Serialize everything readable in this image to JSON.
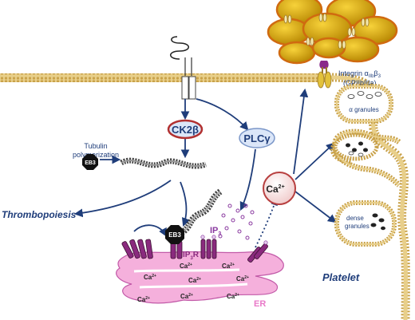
{
  "colors": {
    "membrane": "#c9a24a",
    "membrane_dark": "#9c7a2a",
    "arrow": "#1f3d7a",
    "er_fill": "#f2a7d6",
    "er_stroke": "#c25aa8",
    "receptor_purple": "#7a2a6e",
    "ck2_outline": "#b23030",
    "ca_circle": "#f4dede",
    "granule_yellow": "#d8a800",
    "granule_orange": "#d06a10",
    "er_label": "#e978c8",
    "ip3_color": "#8a3aa0"
  },
  "labels": {
    "ck2b": "CK2β",
    "plcg": "PLCγ",
    "ca_center": "Ca",
    "ca_center_sup": "2+",
    "tubulin_line1": "Tubulin",
    "tubulin_line2": "polymerization",
    "eb3": "EB3",
    "eb3_lower": "EB3",
    "thrombopoiesis": "Thrombopoiesis",
    "ip3r_main": "IP",
    "ip3r_sub": "3",
    "ip3r_tail": "R",
    "ip3_main": "IP",
    "ip3_sub": "3",
    "integrin_line1_main": "Integrin α",
    "integrin_line1_sub1": "IIb",
    "integrin_line1_mid": "β",
    "integrin_line1_sub2": "3",
    "integrin_line2": "(GPIIbIIIa)",
    "alpha_granules": "α granules",
    "dense_line1": "dense",
    "dense_line2": "granules",
    "platelet": "Platelet",
    "er": "ER",
    "er_ca": "Ca",
    "er_ca_sup": "2+"
  }
}
